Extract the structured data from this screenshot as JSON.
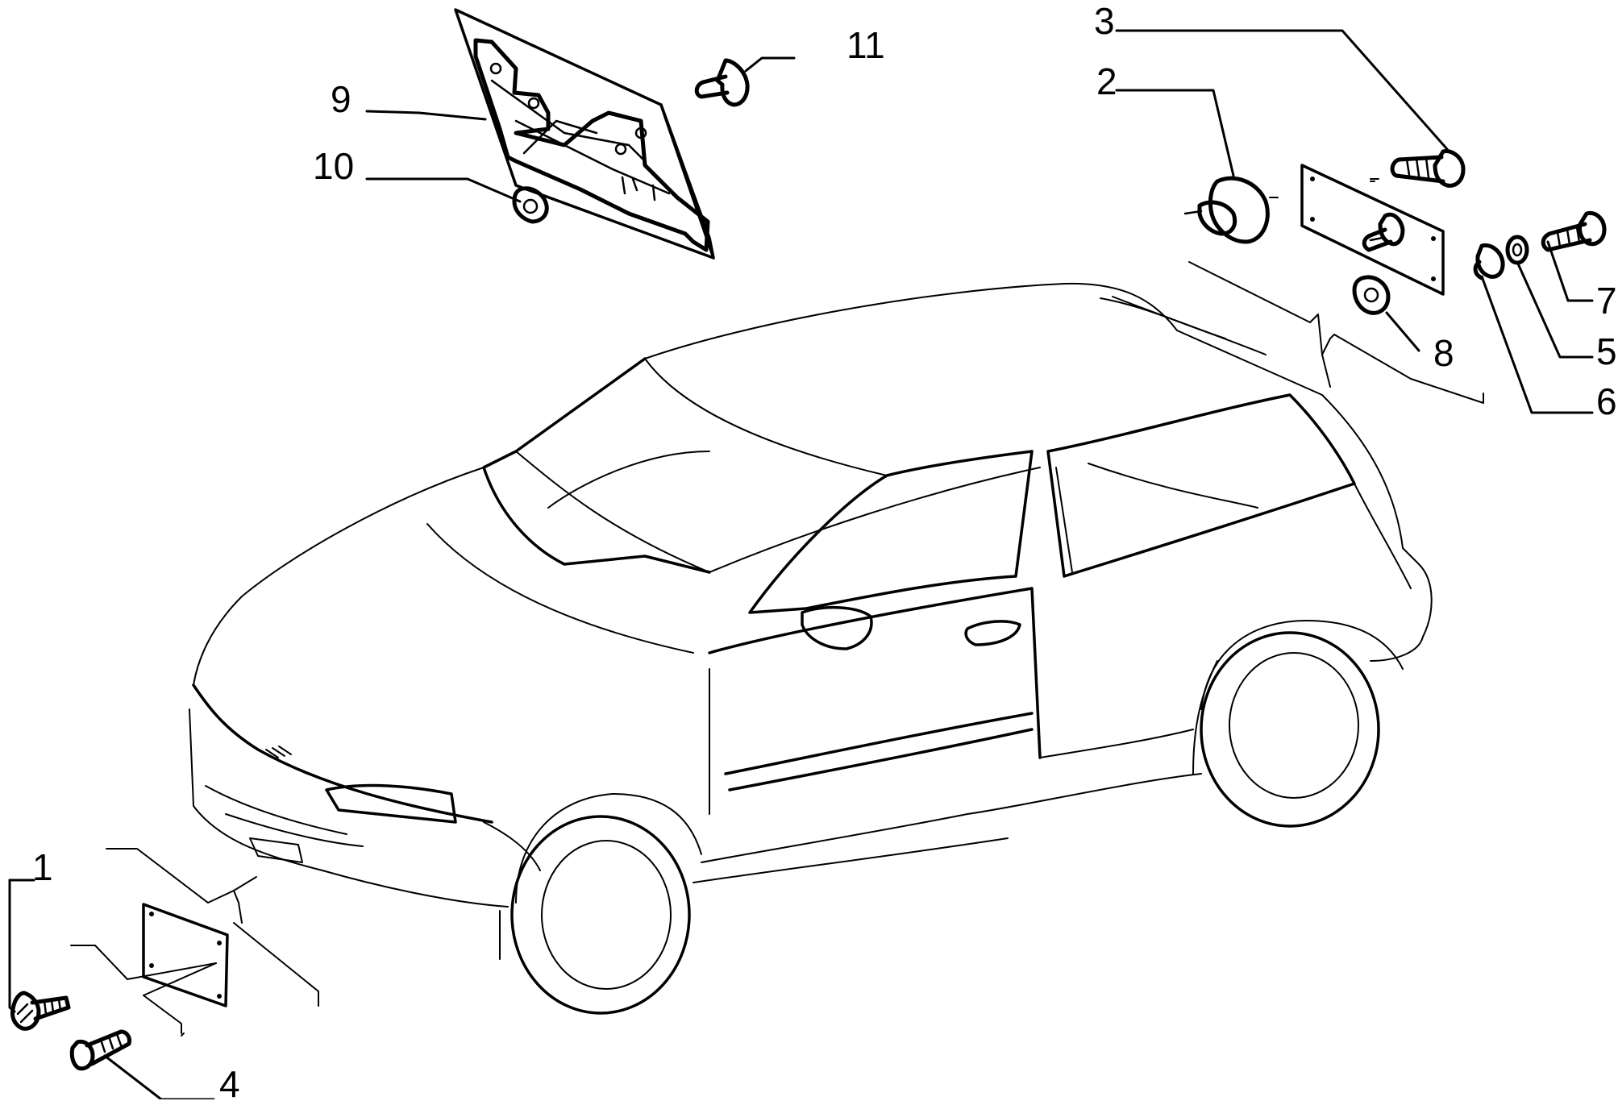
{
  "diagram": {
    "callouts": [
      {
        "id": "1",
        "label": "1"
      },
      {
        "id": "2",
        "label": "2"
      },
      {
        "id": "3",
        "label": "3"
      },
      {
        "id": "4",
        "label": "4"
      },
      {
        "id": "5",
        "label": "5"
      },
      {
        "id": "6",
        "label": "6"
      },
      {
        "id": "7",
        "label": "7"
      },
      {
        "id": "8",
        "label": "8"
      },
      {
        "id": "9",
        "label": "9"
      },
      {
        "id": "10",
        "label": "10"
      },
      {
        "id": "11",
        "label": "11"
      }
    ],
    "colors": {
      "line": "#000000",
      "background": "#ffffff"
    }
  }
}
